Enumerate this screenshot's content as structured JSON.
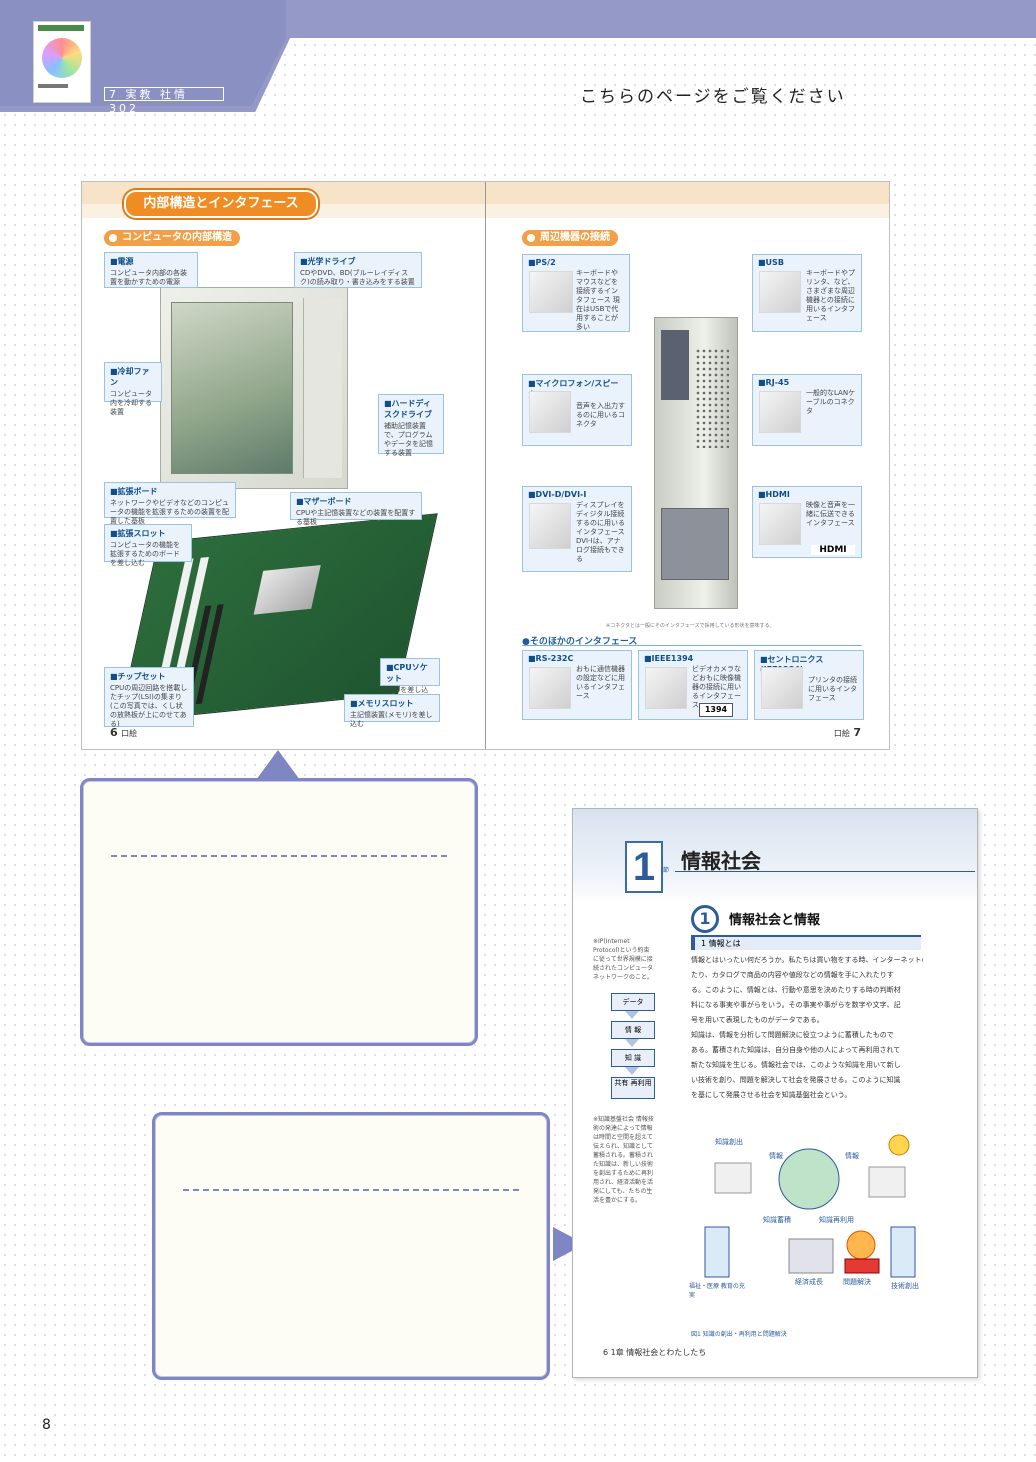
{
  "header": {
    "book_code": "7 実教 社情 302",
    "notice": "こちらのページをご覧ください"
  },
  "spread": {
    "left_title": "内部構造とインタフェース",
    "left_section": "コンピュータの内部構造",
    "right_section": "周辺機器の接続",
    "other_section": "●そのほかのインタフェース",
    "left_page_num": "6",
    "left_page_tag": "口絵",
    "right_page_num": "7",
    "right_page_tag": "口絵",
    "footnote": "※コネクタとは一般にそのインタフェースで採用している形状を意味する。",
    "left_labels": [
      {
        "title": "■電源",
        "desc": "コンピュータ内部の各装置を動かすための電源"
      },
      {
        "title": "■光学ドライブ",
        "desc": "CDやDVD、BD(ブルーレイディスク)の読み取り・書き込みをする装置"
      },
      {
        "title": "■冷却ファン",
        "desc": "コンピュータ内を冷却する装置"
      },
      {
        "title": "■ハードディスクドライブ",
        "desc": "補助記憶装置で、プログラムやデータを記憶する装置"
      },
      {
        "title": "■拡張ボード",
        "desc": "ネットワークやビデオなどのコンピュータの機能を拡張するための装置を配置した基板"
      },
      {
        "title": "■マザーボード",
        "desc": "CPUや主記憶装置などの装置を配置する基板"
      },
      {
        "title": "■拡張スロット",
        "desc": "コンピュータの機能を拡張するためのボードを差し込む"
      },
      {
        "title": "■チップセット",
        "desc": "CPUの周辺回路を搭載したチップ(LSI)の集まり(この写真では、くし状の放熱板が上にのせてある)"
      },
      {
        "title": "■CPUソケット",
        "desc": "CPUを差し込む"
      },
      {
        "title": "■メモリスロット",
        "desc": "主記憶装置(メモリ)を差し込む"
      }
    ],
    "right_labels": [
      {
        "title": "■PS/2",
        "desc": "キーボードやマウスなどを接続するインタフェース 現在はUSBで代用することが多い"
      },
      {
        "title": "■USB",
        "desc": "キーボードやプリンタ、など、さまざまな周辺機器との接続に用いるインタフェース"
      },
      {
        "title": "■マイクロフォン/スピーカ",
        "desc": "音声を入出力するのに用いるコネクタ"
      },
      {
        "title": "■RJ-45",
        "desc": "一般的なLANケーブルのコネクタ"
      },
      {
        "title": "■DVI-D/DVI-I",
        "desc": "ディスプレイをディジタル接続するのに用いるインタフェース DVI-Iは、アナログ接続もできる"
      },
      {
        "title": "■HDMI",
        "desc": "映像と音声を一緒に伝送できるインタフェース"
      }
    ],
    "other_labels": [
      {
        "title": "■RS-232C",
        "desc": "おもに通信機器の設定などに用いるインタフェース"
      },
      {
        "title": "■IEEE1394",
        "desc": "ビデオカメラなどおもに映像機器の接続に用いるインタフェース"
      },
      {
        "title": "■セントロニクス (IEE1284)",
        "desc": "プリンタの接続に用いるインタフェース"
      }
    ],
    "icons": {
      "ieee": "1394",
      "hdmi": "HDMI"
    }
  },
  "page2": {
    "chapter_num": "1",
    "chapter_suffix": "節",
    "chapter_title": "情報社会",
    "section_num": "1",
    "section_title": "情報社会と情報",
    "sub_title": "1 情報とは",
    "body_lines": [
      "情報とはいったい何だろうか。私たちは買い物をする時、インターネットのウェブ(Web)サイトから必要なものの情報を手に入れ",
      "たり、カタログで商品の内容や値段などの情報を手に入れたりす",
      "る。このように、情報とは、行動や意思を決めたりする時の判断材",
      "料になる事実や事がらをいう。その事実や事がらを数字や文字、記",
      "号を用いて表現したものがデータである。",
      "知識は、情報を分析して問題解決に役立つように蓄積したもので",
      "ある。蓄積された知識は、自分自身や他の人によって再利用されて",
      "新たな知識を生じる。情報社会では、このような知識を用いて新し",
      "い技術を創り、問題を解決して社会を発展させる。このように知識",
      "を基にして発展させる社会を知識基盤社会という。"
    ],
    "side_note": "※IP(Internet Protocol)という約束に従って世界規模に接続されたコンピュータネットワークのこと。",
    "flow": [
      "データ",
      "情 報",
      "知 識",
      "共有 再利用"
    ],
    "side_note2": "※知識基盤社会 情報技術の発達によって情報は時間と空間を超えて伝えられ、知識として蓄積される。蓄積された知識は、新しい技術を創出するために再利用され、経済活動を活発にしても、たちの生活を豊かにする。",
    "fig_labels": [
      "知識創出",
      "情報",
      "情報",
      "知識蓄積",
      "知識再利用",
      "福祉・医療 教育の充実",
      "経済成長",
      "問題解決",
      "技術創出"
    ],
    "caption": "図1 知識の創出・再利用と問題解決",
    "footer": "6 1章 情報社会とわたしたち"
  },
  "page_number": "8"
}
